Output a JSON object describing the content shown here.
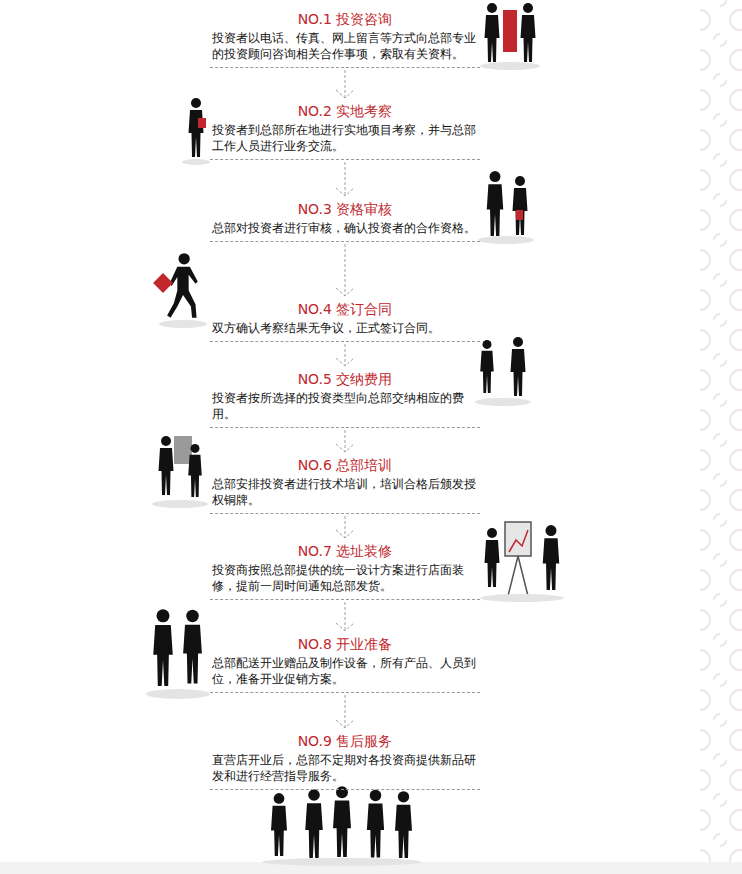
{
  "diagram": {
    "nodes": [
      {
        "text": [
          "NO.1 投资咨询",
          "投资者以电话、传真、网上留言等方式向总部专业的投资顾问咨询相关合作事项，索取有关资料。"
        ]
      },
      {
        "text": [
          "NO.2 实地考察",
          "投资者到总部所在地进行实地项目考察，并与总部工作人员进行业务交流。"
        ]
      },
      {
        "text": [
          "NO.3 资格审核",
          "总部对投资者进行审核，确认投资者的合作资格。"
        ]
      },
      {
        "text": [
          "NO.4 签订合同",
          "双方确认考察结果无争议，正式签订合同。"
        ]
      },
      {
        "text": [
          "NO.5 交纳费用",
          "投资者按所选择的投资类型向总部交纳相应的费用。"
        ]
      },
      {
        "text": [
          "NO.6 总部培训",
          "总部安排投资者进行技术培训，培训合格后颁发授权铜牌。"
        ]
      },
      {
        "text": [
          "NO.7 选址装修",
          "投资商按照总部提供的统一设计方案进行店面装修，提前一周时间通知总部发货。"
        ]
      },
      {
        "text": [
          "NO.8 开业准备",
          "总部配送开业赠品及制作设备，所有产品、人员到位，准备开业促销方案。"
        ]
      },
      {
        "text": [
          "NO.9 售后服务",
          "直营店开业后，总部不定期对各投资商提供新品研发和进行经营指导服务。"
        ]
      }
    ],
    "edges": [
      {
        "from": 0,
        "to": 1,
        "arrow": "to"
      },
      {
        "from": 1,
        "to": 2,
        "arrow": "to"
      },
      {
        "from": 2,
        "to": 3,
        "arrow": "to"
      },
      {
        "from": 3,
        "to": 4,
        "arrow": "to"
      },
      {
        "from": 4,
        "to": 5,
        "arrow": "to"
      },
      {
        "from": 5,
        "to": 6,
        "arrow": "to"
      },
      {
        "from": 6,
        "to": 7,
        "arrow": "to"
      },
      {
        "from": 7,
        "to": 8,
        "arrow": "to"
      }
    ]
  }
}
